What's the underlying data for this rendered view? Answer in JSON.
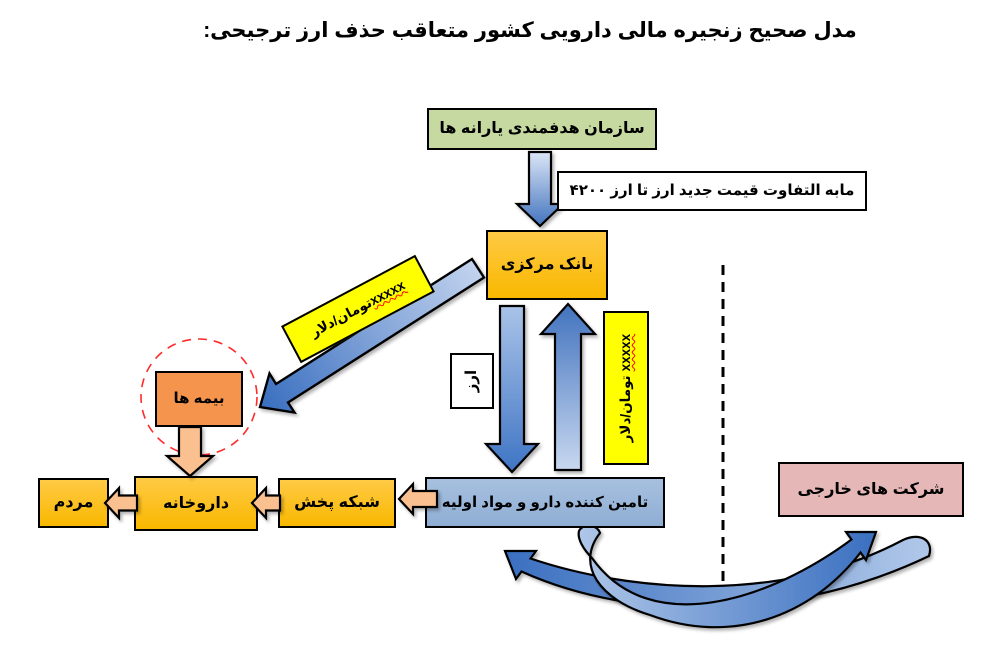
{
  "title": "مدل صحیح زنجیره مالی دارویی کشور متعاقب حذف ارز ترجیحی:",
  "nodes": {
    "subsidy_org": {
      "label": "سازمان هدفمندی یارانه ها",
      "color": "#C5D9A0"
    },
    "price_diff_note": {
      "label": "مابه التفاوت قیمت جدید ارز تا ارز ۴۲۰۰",
      "color": "#FFFFFF"
    },
    "central_bank": {
      "label": "بانک مرکزی",
      "color": "#FFC000"
    },
    "insurances": {
      "label": "بیمه ها",
      "color": "#F4944D"
    },
    "people": {
      "label": "مردم",
      "color": "#FFC000"
    },
    "pharmacy": {
      "label": "داروخانه",
      "color": "#FFC000"
    },
    "distribution_network": {
      "label": "شبکه پخش",
      "color": "#FFC000"
    },
    "supplier": {
      "label": "تامین کننده دارو و مواد اولیه",
      "color": "#95B3D7"
    },
    "foreign_companies": {
      "label": "شرکت های خارجی",
      "color": "#E5B8B7"
    },
    "currency": {
      "label": "ارز",
      "color": "#FFFFFF"
    }
  },
  "labels": {
    "rate_diagonal": {
      "placeholder": "xxxxx",
      "unit": "تومان/دلار",
      "color": "#FFFF00"
    },
    "rate_vertical": {
      "placeholder": "xxxxx",
      "unit": "تومان/دلار",
      "color": "#FFFF00"
    }
  },
  "flows": [
    {
      "from": "subsidy_org",
      "to": "central_bank",
      "label": "مابه التفاوت قیمت جدید ارز تا ارز ۴۲۰۰"
    },
    {
      "from": "central_bank",
      "to": "insurances",
      "label": "xxxxx تومان/دلار"
    },
    {
      "from": "central_bank",
      "to": "supplier",
      "label": "ارز"
    },
    {
      "from": "supplier",
      "to": "central_bank",
      "label": "xxxxx تومان/دلار"
    },
    {
      "from": "supplier",
      "to": "distribution_network",
      "label": ""
    },
    {
      "from": "distribution_network",
      "to": "pharmacy",
      "label": ""
    },
    {
      "from": "pharmacy",
      "to": "people",
      "label": ""
    },
    {
      "from": "insurances",
      "to": "pharmacy",
      "label": ""
    },
    {
      "from": "foreign_companies",
      "to": "supplier",
      "label": ""
    },
    {
      "from": "supplier",
      "to": "foreign_companies",
      "label": ""
    }
  ],
  "colors": {
    "box_green": "#C5D9A0",
    "box_orange": "#FFC000",
    "box_orange_dark": "#F4944D",
    "box_blue": "#95B3D7",
    "box_pink": "#E5B8B7",
    "label_yellow": "#FFFF00",
    "arrow_blue_dark": "#3A6FC0",
    "arrow_blue_light": "#C7D7F0",
    "arrow_peach": "#FAC090",
    "squiggle_red": "#FF0000",
    "divider_black": "#000000"
  }
}
